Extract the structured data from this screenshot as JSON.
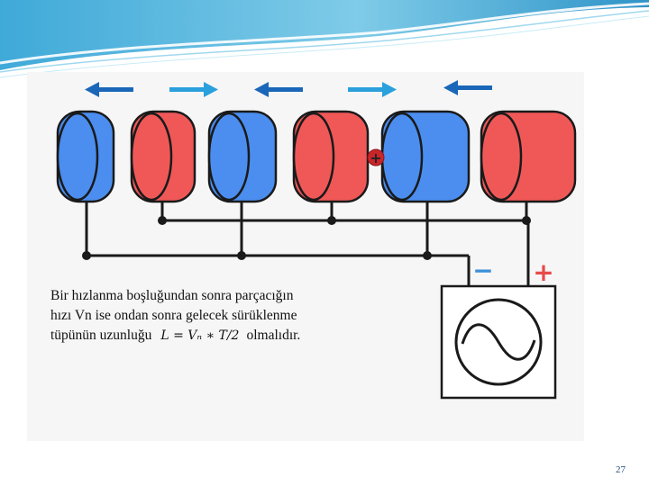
{
  "caption": {
    "line1": "Bir hızlanma boşluğundan sonra parçacığın",
    "line2": "hızı Vn ise ondan sonra gelecek sürüklenme",
    "line3_before": "tüpünün uzunluğu",
    "formula": "L = Vₙ ∗ T/2",
    "line3_after": "olmalıdır."
  },
  "diagram": {
    "tubes": [
      "blue",
      "red",
      "blue",
      "red",
      "blue",
      "red"
    ],
    "arrows": [
      "left",
      "right",
      "left",
      "right",
      "left"
    ],
    "particle_symbol": "+",
    "source_terminals": {
      "minus": "−",
      "plus": "+"
    },
    "source_icon": "sine-wave-icon"
  },
  "colors": {
    "tube_blue": "#4b8ef0",
    "tube_red": "#f05858",
    "arrow_dark": "#1a67b9",
    "arrow_light": "#2aa0dc",
    "wire": "#1a1a1a",
    "minus_terminal": "#3b8fd6",
    "plus_terminal": "#e84a4a",
    "particle": "#c9262b"
  },
  "slide": {
    "number": "27"
  }
}
